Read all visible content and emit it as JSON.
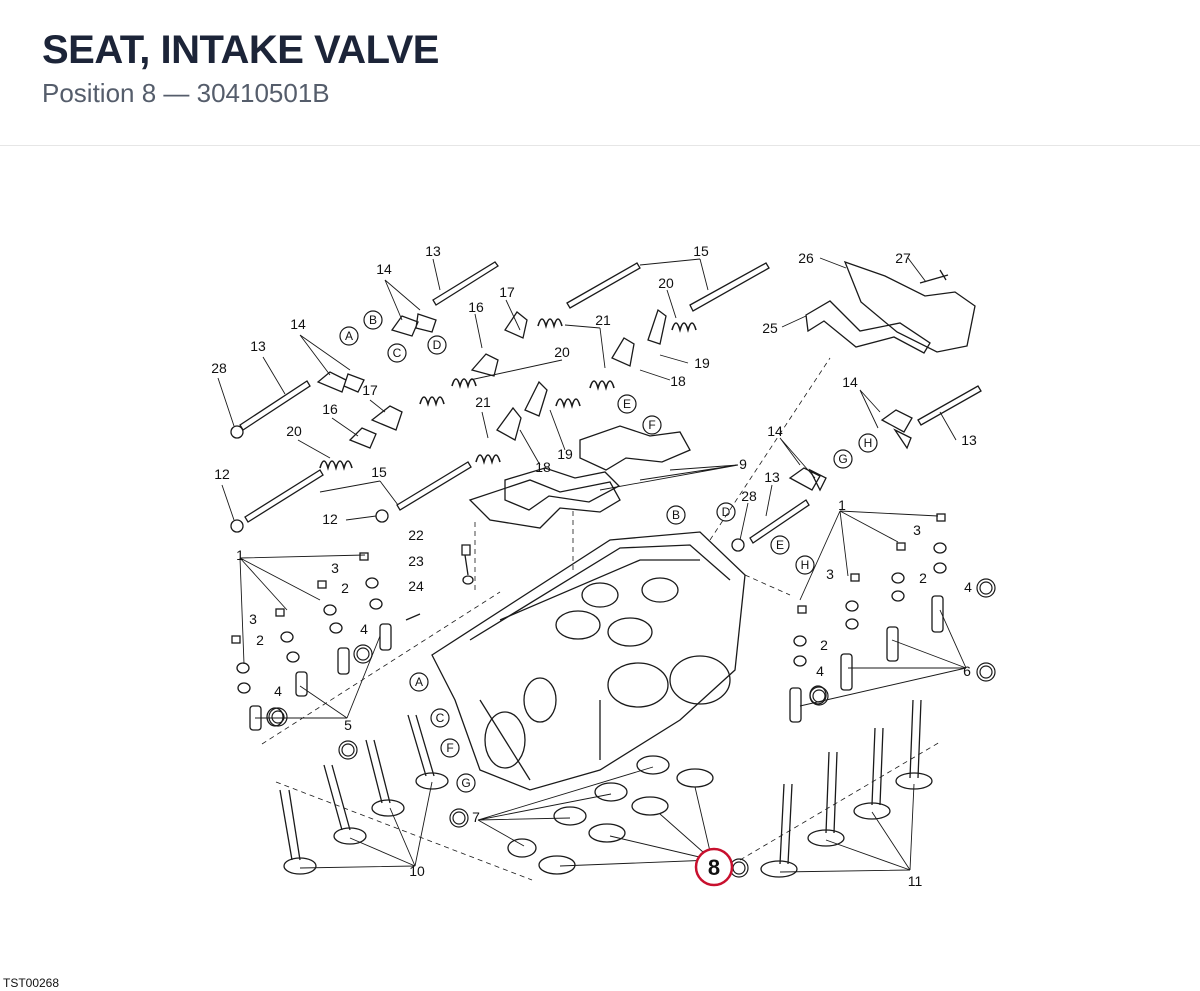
{
  "header": {
    "title": "SEAT, INTAKE VALVE",
    "subtitle": "Position 8 — 30410501B"
  },
  "footer": {
    "code": "TST00268"
  },
  "highlight": {
    "position": "8",
    "color": "#c8102e"
  },
  "labels": {
    "n1": "1",
    "n2": "2",
    "n3": "3",
    "n4": "4",
    "n5": "5",
    "n6": "6",
    "n7": "7",
    "n8": "8",
    "n9": "9",
    "n10": "10",
    "n11": "11",
    "n12": "12",
    "n13": "13",
    "n14": "14",
    "n15": "15",
    "n16": "16",
    "n17": "17",
    "n18": "18",
    "n19": "19",
    "n20": "20",
    "n21": "21",
    "n22": "22",
    "n23": "23",
    "n24": "24",
    "n25": "25",
    "n26": "26",
    "n27": "27",
    "n28": "28"
  },
  "letters": {
    "A": "A",
    "B": "B",
    "C": "C",
    "D": "D",
    "E": "E",
    "F": "F",
    "G": "G",
    "H": "H"
  }
}
